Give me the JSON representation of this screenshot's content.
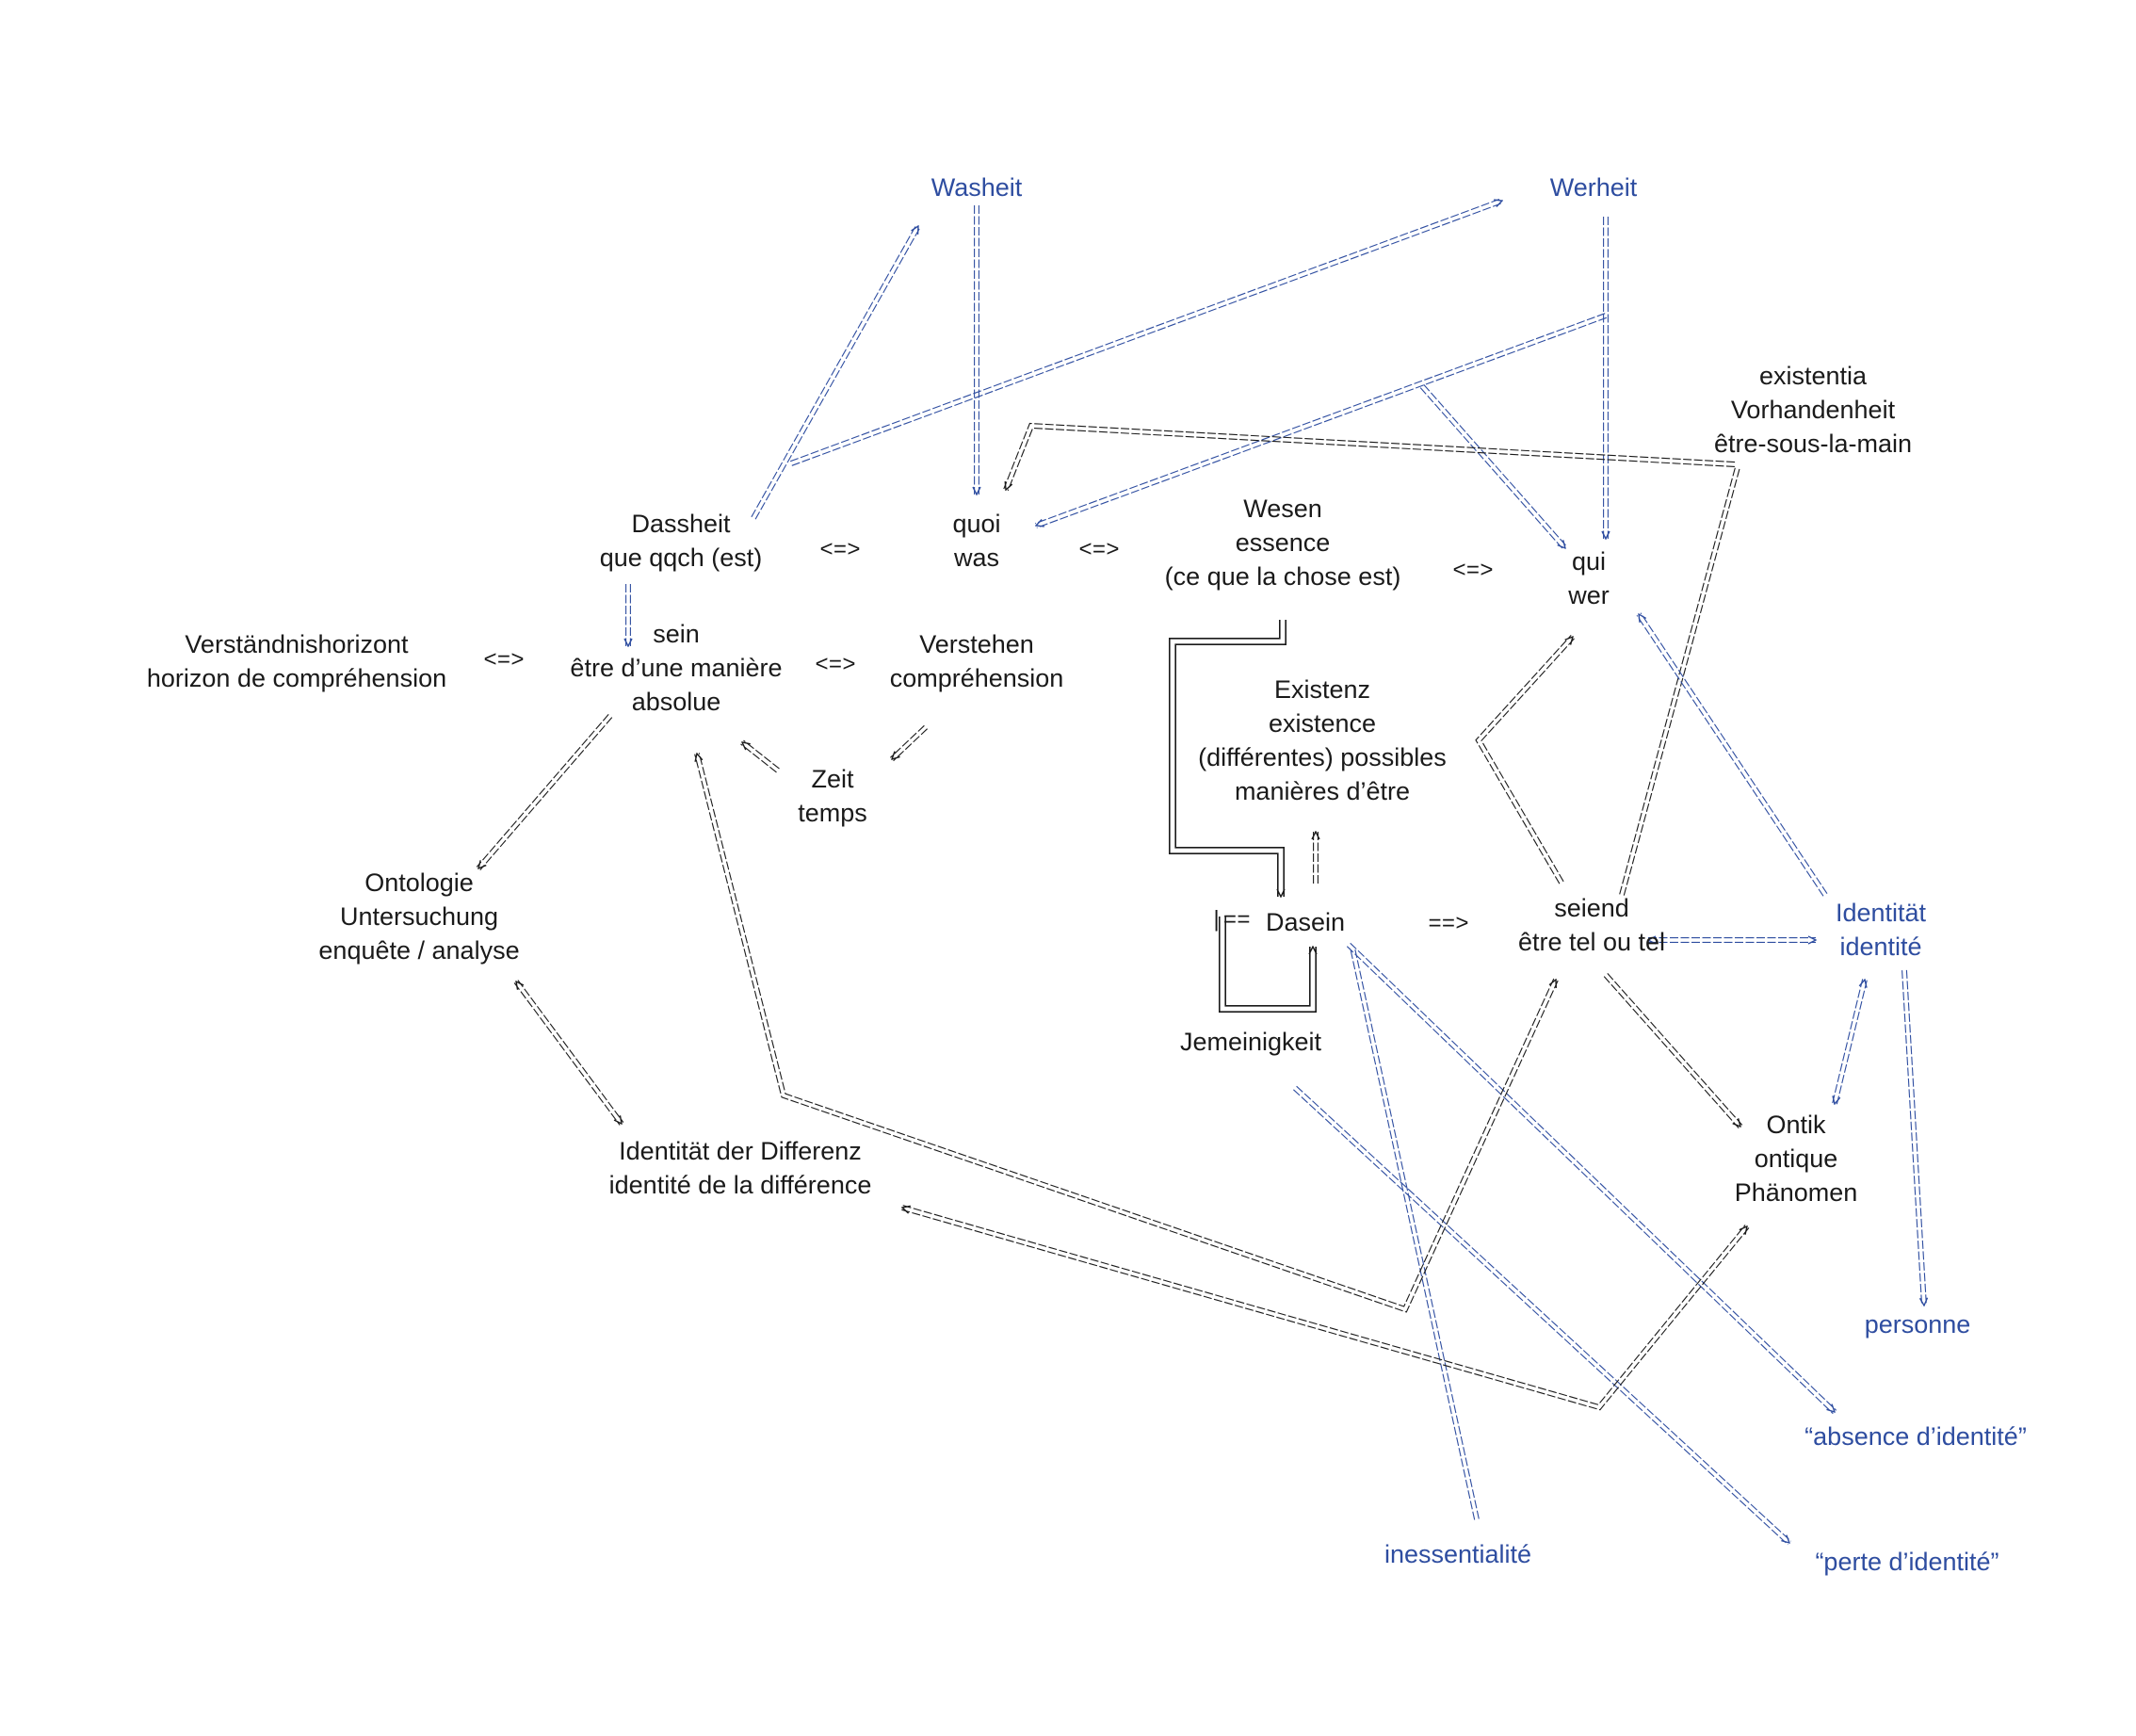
{
  "colors": {
    "black": "#1a1a1a",
    "blue": "#2e4da0"
  },
  "nodes": {
    "washeit": {
      "lines": [
        "Washeit"
      ],
      "color": "blue"
    },
    "werheit": {
      "lines": [
        "Werheit"
      ],
      "color": "blue"
    },
    "existentia": {
      "lines": [
        "existentia",
        "Vorhandenheit",
        "être-sous-la-main"
      ],
      "color": "black"
    },
    "dassheit": {
      "lines": [
        "Dassheit",
        "que qqch (est)"
      ],
      "color": "black"
    },
    "quoi": {
      "lines": [
        "quoi",
        "was"
      ],
      "color": "black"
    },
    "wesen": {
      "lines": [
        "Wesen",
        "essence",
        "(ce que la chose est)"
      ],
      "color": "black"
    },
    "qui": {
      "lines": [
        "qui",
        "wer"
      ],
      "color": "black"
    },
    "verstaendnis": {
      "lines": [
        "Verständnishorizont",
        "horizon de compréhension"
      ],
      "color": "black"
    },
    "sein": {
      "lines": [
        "sein",
        "être d’une manière",
        "absolue"
      ],
      "color": "black"
    },
    "verstehen": {
      "lines": [
        "Verstehen",
        "compréhension"
      ],
      "color": "black"
    },
    "existenz": {
      "lines": [
        "Existenz",
        "existence",
        "(différentes) possibles",
        "manières d’être"
      ],
      "color": "black"
    },
    "zeit": {
      "lines": [
        "Zeit",
        "temps"
      ],
      "color": "black"
    },
    "ontologie": {
      "lines": [
        "Ontologie",
        "Untersuchung",
        "enquête / analyse"
      ],
      "color": "black"
    },
    "dasein": {
      "lines": [
        "Dasein"
      ],
      "color": "black"
    },
    "seiend": {
      "lines": [
        "seiend",
        "être tel ou tel"
      ],
      "color": "black"
    },
    "identitaet": {
      "lines": [
        "Identität",
        "identité"
      ],
      "color": "blue"
    },
    "jemeinigkeit": {
      "lines": [
        "Jemeinigkeit"
      ],
      "color": "black"
    },
    "differenz": {
      "lines": [
        "Identität der Differenz",
        "identité de la différence"
      ],
      "color": "black"
    },
    "ontik": {
      "lines": [
        "Ontik",
        "ontique",
        "Phänomen"
      ],
      "color": "black"
    },
    "personne": {
      "lines": [
        "personne"
      ],
      "color": "blue"
    },
    "absence": {
      "lines": [
        "“absence d’identité”"
      ],
      "color": "blue"
    },
    "inessentialite": {
      "lines": [
        "inessentialité"
      ],
      "color": "blue"
    },
    "perte": {
      "lines": [
        "“perte d’identité”"
      ],
      "color": "blue"
    }
  },
  "symbols": {
    "eq1": "<=>",
    "eq2": "<=>",
    "eq3": "<=>",
    "eq4": "<=>",
    "eq5": "<=>",
    "implies": "==>",
    "dasein_stub": "|=="
  },
  "edges": [
    {
      "from": "dassheit",
      "to": "washeit",
      "color": "blue",
      "style": "double",
      "head": "end"
    },
    {
      "from": "washeit",
      "to": "quoi",
      "color": "blue",
      "style": "double",
      "head": "end"
    },
    {
      "from": "dassheit",
      "to": "werheit",
      "color": "blue",
      "style": "double",
      "head": "end"
    },
    {
      "from": "werheit",
      "to": "qui",
      "color": "blue",
      "style": "double",
      "head": "end"
    },
    {
      "from": "werheit",
      "to": "quoi",
      "color": "blue",
      "style": "double",
      "head": "end"
    },
    {
      "from": "werheit",
      "to": "qui",
      "color": "blue",
      "style": "double",
      "head": "end",
      "route": "diag"
    },
    {
      "from": "existentia",
      "to": "quoi",
      "color": "black",
      "style": "double",
      "head": "end"
    },
    {
      "from": "seiend",
      "to": "existentia",
      "color": "black",
      "style": "double",
      "head": "none"
    },
    {
      "from": "dassheit",
      "to": "sein",
      "color": "blue",
      "style": "double",
      "head": "end"
    },
    {
      "from": "verstehen",
      "to": "zeit",
      "color": "black",
      "style": "double",
      "head": "end"
    },
    {
      "from": "zeit",
      "to": "sein",
      "color": "black",
      "style": "double",
      "head": "end"
    },
    {
      "from": "sein",
      "to": "ontologie",
      "color": "black",
      "style": "double",
      "head": "end"
    },
    {
      "from": "ontologie",
      "to": "differenz",
      "color": "black",
      "style": "double",
      "head": "both"
    },
    {
      "from": "wesen",
      "to": "dasein",
      "color": "black",
      "style": "bracket",
      "head": "end"
    },
    {
      "from": "dasein",
      "to": "existenz",
      "color": "black",
      "style": "double",
      "head": "end"
    },
    {
      "from": "jemeinigkeit",
      "to": "dasein",
      "color": "black",
      "style": "bracket",
      "head": "end"
    },
    {
      "from": "seiend",
      "to": "qui",
      "color": "black",
      "style": "double",
      "head": "end"
    },
    {
      "from": "identitaet",
      "to": "qui",
      "color": "blue",
      "style": "double",
      "head": "end"
    },
    {
      "from": "seiend",
      "to": "identitaet",
      "color": "blue",
      "style": "double",
      "head": "both"
    },
    {
      "from": "seiend",
      "to": "ontik",
      "color": "black",
      "style": "double",
      "head": "end"
    },
    {
      "from": "identitaet",
      "to": "ontik",
      "color": "blue",
      "style": "double",
      "head": "both"
    },
    {
      "from": "identitaet",
      "to": "personne",
      "color": "blue",
      "style": "double",
      "head": "end"
    },
    {
      "from": "dasein",
      "to": "absence",
      "color": "blue",
      "style": "double",
      "head": "end"
    },
    {
      "from": "jemeinigkeit",
      "to": "perte",
      "color": "blue",
      "style": "double",
      "head": "end"
    },
    {
      "from": "inessentialite",
      "to": "dasein",
      "color": "blue",
      "style": "double",
      "head": "none"
    },
    {
      "from": "differenz",
      "to": "ontik",
      "color": "black",
      "style": "double",
      "head": "both"
    },
    {
      "from": "seiend",
      "to": "sein",
      "color": "black",
      "style": "double",
      "head": "both"
    }
  ]
}
